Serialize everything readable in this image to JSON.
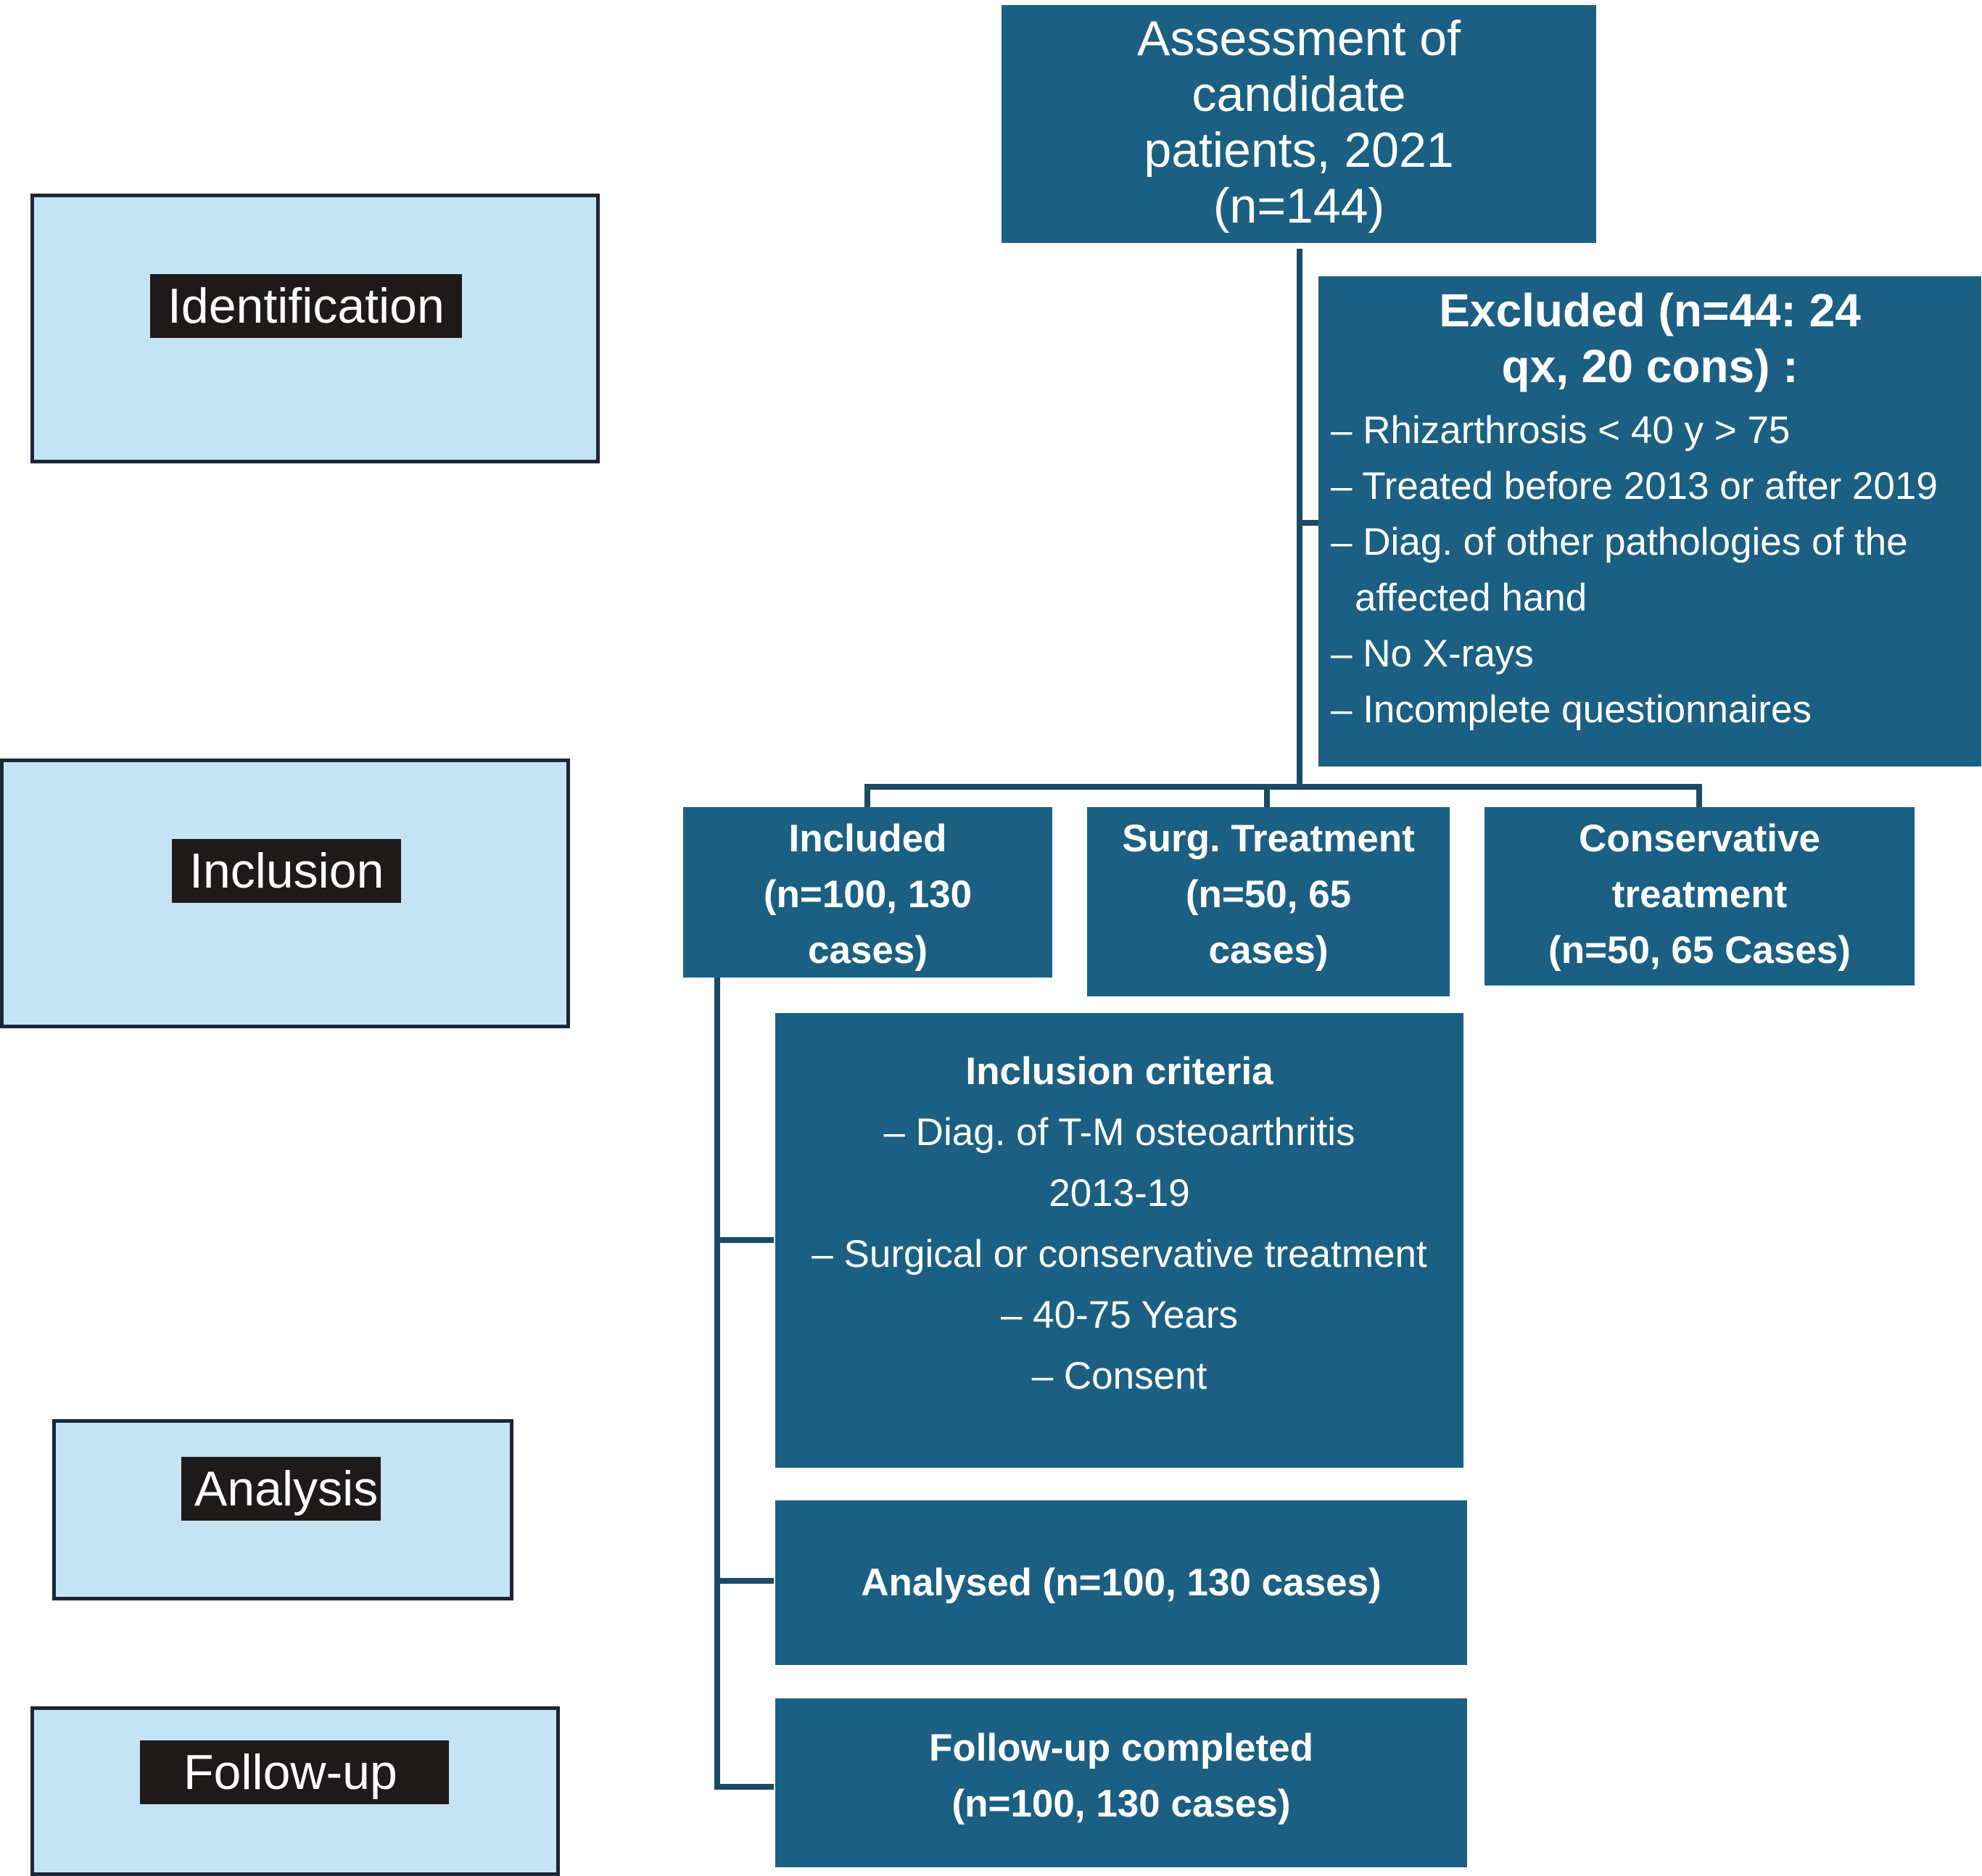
{
  "stages": {
    "identification": "Identification",
    "inclusion": "Inclusion",
    "analysis": "Analysis",
    "followup": "Follow-up"
  },
  "assessment": {
    "line1": "Assessment of",
    "line2": "candidate",
    "line3": "patients, 2021",
    "line4": "(n=144)"
  },
  "excluded": {
    "title_line1": "Excluded (n=44: 24",
    "title_line2": "qx, 20 cons) :",
    "items": [
      "– Rhizarthrosis < 40 y > 75",
      "– Treated before 2013 or after 2019",
      "– Diag. of other pathologies of the",
      "affected hand",
      "– No X-rays",
      "– Incomplete questionnaires"
    ]
  },
  "included": {
    "line1": "Included",
    "line2": "(n=100, 130",
    "line3": "cases)"
  },
  "surgical": {
    "line1": "Surg. Treatment",
    "line2": "(n=50, 65",
    "line3": "cases)"
  },
  "conservative": {
    "line1": "Conservative",
    "line2": "treatment",
    "line3": "(n=50, 65 Cases)"
  },
  "criteria": {
    "title": "Inclusion criteria",
    "items": [
      "– Diag. of T-M osteoarthritis",
      "2013-19",
      "– Surgical or conservative treatment",
      "– 40-75 Years",
      "– Consent"
    ]
  },
  "analysed": {
    "label": "Analysed (n=100, 130 cases)"
  },
  "followup_box": {
    "line1": "Follow-up completed",
    "line2": "(n=100, 130 cases)"
  }
}
